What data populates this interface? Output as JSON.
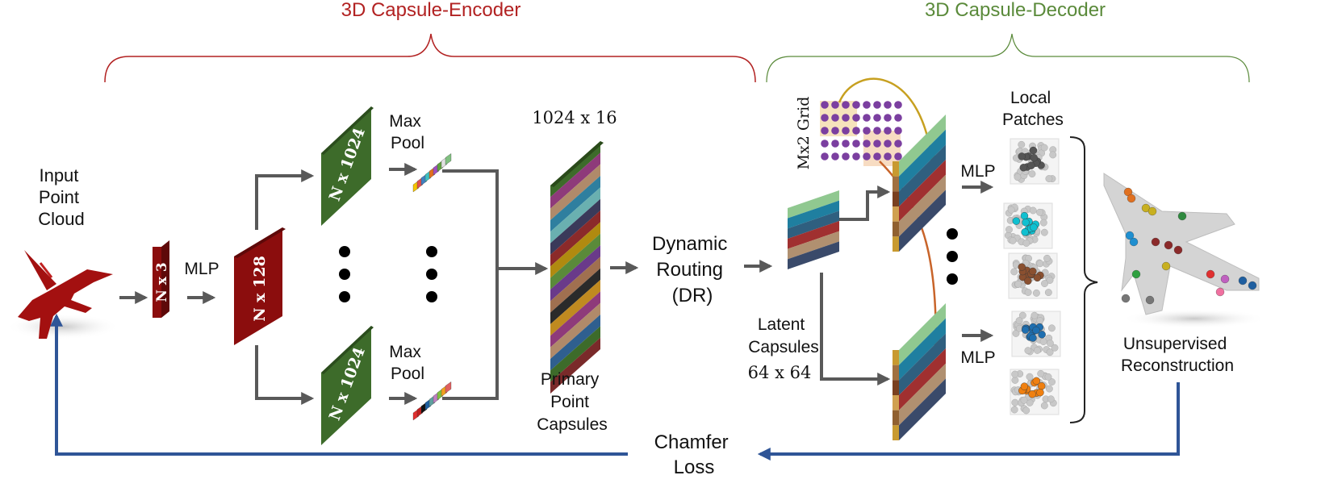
{
  "encoder": {
    "title": "3D Capsule-Encoder",
    "input_label": [
      "Input",
      "Point",
      "Cloud"
    ],
    "input_layer": "N x 3",
    "mlp": "MLP",
    "feature_layer": "N x 128",
    "branch_layer": "N x 1024",
    "max_pool": [
      "Max",
      "Pool"
    ],
    "primary_dim": "1024 x 16",
    "primary_label": [
      "Primary",
      "Point",
      "Capsules"
    ]
  },
  "routing": {
    "label": [
      "Dynamic",
      "Routing",
      "(DR)"
    ]
  },
  "decoder": {
    "title": "3D Capsule-Decoder",
    "grid_label": "Mx2 Grid",
    "latent_label": [
      "Latent",
      "Capsules"
    ],
    "latent_dim": "64 x 64",
    "mlp": "MLP",
    "patches_label": [
      "Local",
      "Patches"
    ],
    "reconstruction_label": [
      "Unsupervised",
      "Reconstruction"
    ]
  },
  "loss": {
    "label": [
      "Chamfer",
      "Loss"
    ]
  },
  "colors": {
    "encoder": "#b22222",
    "decoder": "#5a8a3a",
    "dark_red": "#8b0d0d",
    "dark_green": "#3d6b2a",
    "loss_arrow": "#2f5597",
    "arrow": "#595959",
    "grid_dot": "#7b3fa0"
  }
}
